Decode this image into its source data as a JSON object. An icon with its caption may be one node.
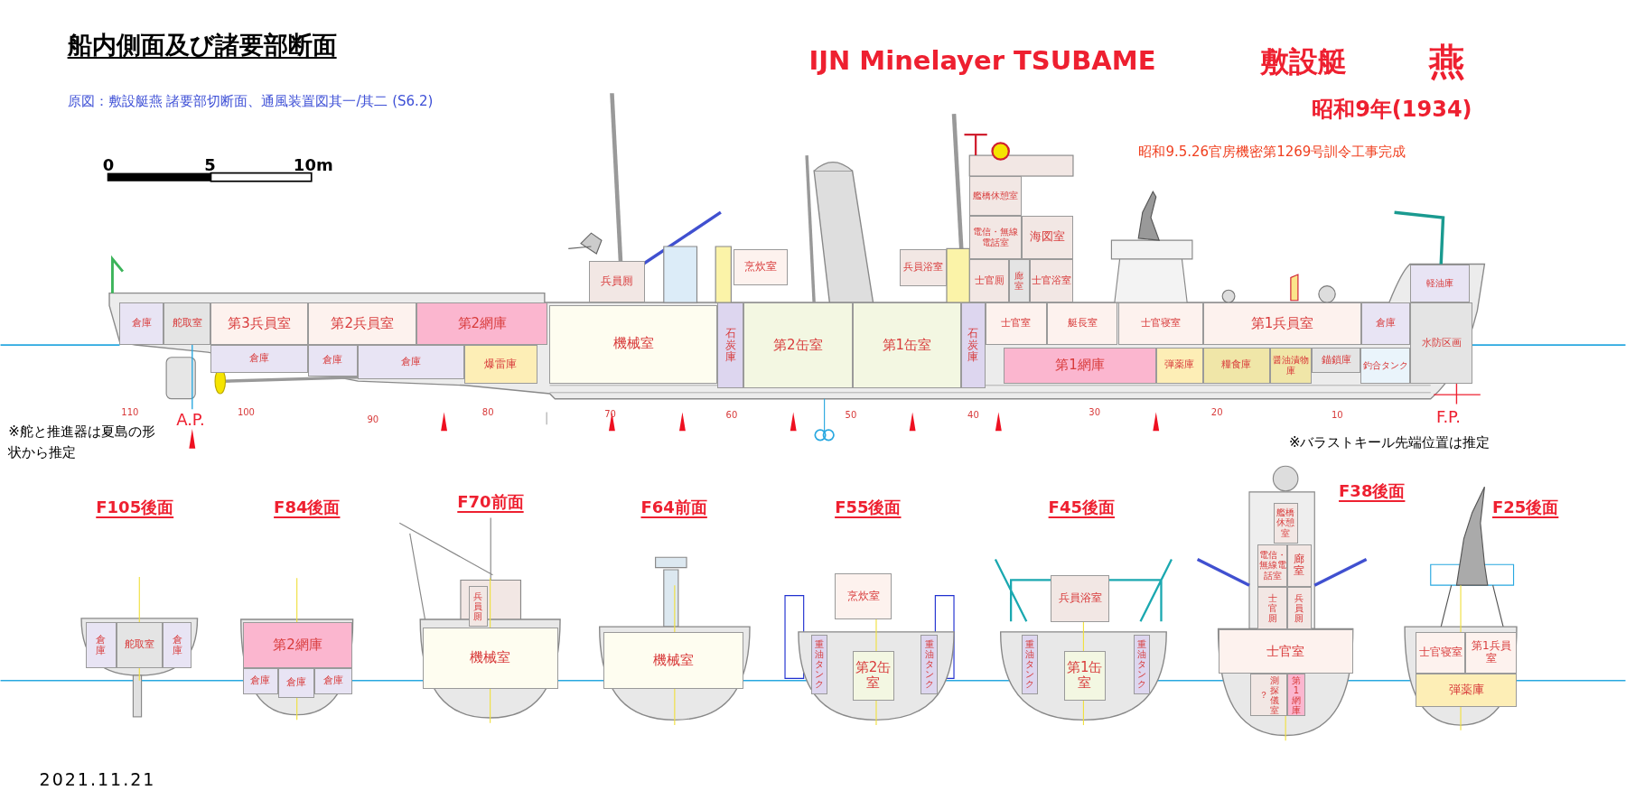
{
  "diagram": {
    "title": "船内側面及び諸要部断面",
    "nodes": [
      {
        "text": [
          "艦橋休憩室"
        ]
      },
      {
        "text": [
          "電信・無線電話室"
        ]
      },
      {
        "text": [
          "海図室"
        ]
      },
      {
        "text": [
          "兵員厠"
        ]
      },
      {
        "text": [
          "烹炊室"
        ]
      },
      {
        "text": [
          "兵員浴室"
        ]
      },
      {
        "text": [
          "士官厠"
        ]
      },
      {
        "text": [
          "廊室"
        ]
      },
      {
        "text": [
          "士官浴室"
        ]
      },
      {
        "text": [
          "軽油庫"
        ]
      },
      {
        "text": [
          "倉庫"
        ]
      },
      {
        "text": [
          "舵取室"
        ]
      },
      {
        "text": [
          "第3兵員室"
        ]
      },
      {
        "text": [
          "第2兵員室"
        ]
      },
      {
        "text": [
          "第2網庫"
        ]
      },
      {
        "text": [
          "機械室"
        ]
      },
      {
        "text": [
          "石炭庫"
        ]
      },
      {
        "text": [
          "第2缶室"
        ]
      },
      {
        "text": [
          "第1缶室"
        ]
      },
      {
        "text": [
          "石炭庫"
        ]
      },
      {
        "text": [
          "士官室"
        ]
      },
      {
        "text": [
          "艇長室"
        ]
      },
      {
        "text": [
          "士官寝室"
        ]
      },
      {
        "text": [
          "第1兵員室"
        ]
      },
      {
        "text": [
          "倉庫"
        ]
      },
      {
        "text": [
          "水防区画"
        ]
      },
      {
        "text": [
          "倉庫"
        ]
      },
      {
        "text": [
          "倉庫"
        ]
      },
      {
        "text": [
          "倉庫"
        ]
      },
      {
        "text": [
          "爆雷庫"
        ]
      },
      {
        "text": [
          "第1網庫"
        ]
      },
      {
        "text": [
          "弾薬庫"
        ]
      },
      {
        "text": [
          "糧食庫"
        ]
      },
      {
        "text": [
          "醤油漬物庫"
        ]
      },
      {
        "text": [
          "錨鎖庫"
        ]
      },
      {
        "text": [
          "釣合タンク"
        ]
      },
      {
        "text": [
          "F105後面"
        ]
      },
      {
        "text": [
          "倉庫"
        ],
        "in": 36
      },
      {
        "text": [
          "舵取室"
        ],
        "in": 36
      },
      {
        "text": [
          "倉庫"
        ],
        "in": 36
      },
      {
        "text": [
          "F84後面"
        ]
      },
      {
        "text": [
          "第2網庫"
        ],
        "in": 40
      },
      {
        "text": [
          "倉庫"
        ],
        "in": 40
      },
      {
        "text": [
          "倉庫"
        ],
        "in": 40
      },
      {
        "text": [
          "倉庫"
        ],
        "in": 40
      },
      {
        "text": [
          "F70前面"
        ]
      },
      {
        "text": [
          "兵員厠"
        ],
        "in": 45
      },
      {
        "text": [
          "機械室"
        ],
        "in": 45
      },
      {
        "text": [
          "F64前面"
        ]
      },
      {
        "text": [
          "機械室"
        ],
        "in": 48
      },
      {
        "text": [
          "F55後面"
        ]
      },
      {
        "text": [
          "烹炊室"
        ],
        "in": 50
      },
      {
        "text": [
          "重油タンク"
        ],
        "in": 50
      },
      {
        "text": [
          "第2缶室"
        ],
        "in": 50
      },
      {
        "text": [
          "重油タンク"
        ],
        "in": 50
      },
      {
        "text": [
          "F45後面"
        ]
      },
      {
        "text": [
          "兵員浴室"
        ],
        "in": 55
      },
      {
        "text": [
          "重油タンク"
        ],
        "in": 55
      },
      {
        "text": [
          "第1缶室"
        ],
        "in": 55
      },
      {
        "text": [
          "重油タンク"
        ],
        "in": 55
      },
      {
        "text": [
          "F38後面"
        ]
      },
      {
        "text": [
          "艦橋休憩室"
        ],
        "in": 60
      },
      {
        "text": [
          "電信・無線電話室"
        ],
        "in": 60
      },
      {
        "text": [
          "廊室"
        ],
        "in": 60
      },
      {
        "text": [
          "士官厠"
        ],
        "in": 60
      },
      {
        "text": [
          "兵員厠"
        ],
        "in": 60
      },
      {
        "text": [
          "士官室"
        ],
        "in": 60
      },
      {
        "text": [
          "？",
          "測探儀室"
        ],
        "in": 60
      },
      {
        "text": [
          "第1網庫"
        ],
        "in": 60
      },
      {
        "text": [
          "F25後面"
        ]
      },
      {
        "text": [
          "士官寝室"
        ],
        "in": 69
      },
      {
        "text": [
          "第1兵員室"
        ],
        "in": 69
      },
      {
        "text": [
          "弾薬庫"
        ],
        "in": 69
      }
    ],
    "labels": [
      "IJN Minelayer TSUBAME",
      "敷設艇",
      "燕",
      "原図：敷設艇燕 諸要部切断面、通風装置図其一/其二 (S6.2)",
      "昭和9年(1934)",
      "0",
      "5",
      "10m",
      "昭和9.5.26官房機密第1269号訓令工事完成",
      "110",
      "100",
      "90",
      "80",
      "70",
      "60",
      "50",
      "40",
      "30",
      "20",
      "10",
      "A.P.",
      "F.P.",
      "※舵と推進器は夏島の形状から推定",
      "※バラストキール先端位置は推定",
      "2021.11.21"
    ]
  }
}
